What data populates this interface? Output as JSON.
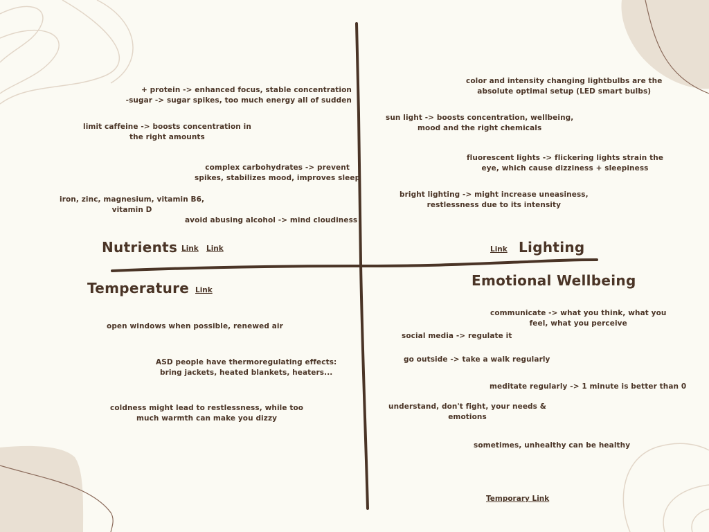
{
  "palette": {
    "background": "#fbfaf3",
    "ink": "#4a3426",
    "blob": "#e9e0d3",
    "contour": "#e2d6c8"
  },
  "quadrants": {
    "nutrients": {
      "title": "Nutrients",
      "links": [
        "Link",
        "Link"
      ],
      "notes": [
        [
          "+ protein -> enhanced focus, stable concentration",
          "-sugar -> sugar spikes, too much energy all of sudden"
        ],
        [
          "limit caffeine -> boosts concentration in",
          "the right amounts"
        ],
        [
          "complex carbohydrates -> prevent",
          "spikes, stabilizes mood, improves sleep"
        ],
        [
          "iron, zinc, magnesium, vitamin B6,",
          "vitamin D"
        ],
        [
          "avoid abusing alcohol -> mind cloudiness"
        ]
      ]
    },
    "lighting": {
      "title": "Lighting",
      "links": [
        "Link"
      ],
      "notes": [
        [
          "color and intensity changing lightbulbs are the",
          "absolute optimal setup (LED smart bulbs)"
        ],
        [
          "sun light -> boosts concentration, wellbeing,",
          "mood and the right chemicals"
        ],
        [
          "fluorescent lights -> flickering lights strain the",
          "eye, which cause dizziness + sleepiness"
        ],
        [
          "bright lighting -> might increase uneasiness,",
          "restlessness due to its intensity"
        ]
      ]
    },
    "temperature": {
      "title": "Temperature",
      "links": [
        "Link"
      ],
      "notes": [
        [
          "open windows when possible, renewed air"
        ],
        [
          "ASD people have thermoregulating effects:",
          "bring jackets, heated blankets, heaters..."
        ],
        [
          "coldness might lead to restlessness, while too",
          "much warmth can make you dizzy"
        ]
      ]
    },
    "emotional_wellbeing": {
      "title": "Emotional Wellbeing",
      "links": [
        "Temporary Link"
      ],
      "notes": [
        [
          "communicate -> what you think, what you",
          "feel, what you perceive"
        ],
        [
          "social media -> regulate it"
        ],
        [
          "go outside -> take a walk regularly"
        ],
        [
          "meditate regularly -> 1 minute is better than 0"
        ],
        [
          "understand, don't fight, your needs &",
          "emotions"
        ],
        [
          "sometimes, unhealthy can be healthy"
        ]
      ]
    }
  }
}
